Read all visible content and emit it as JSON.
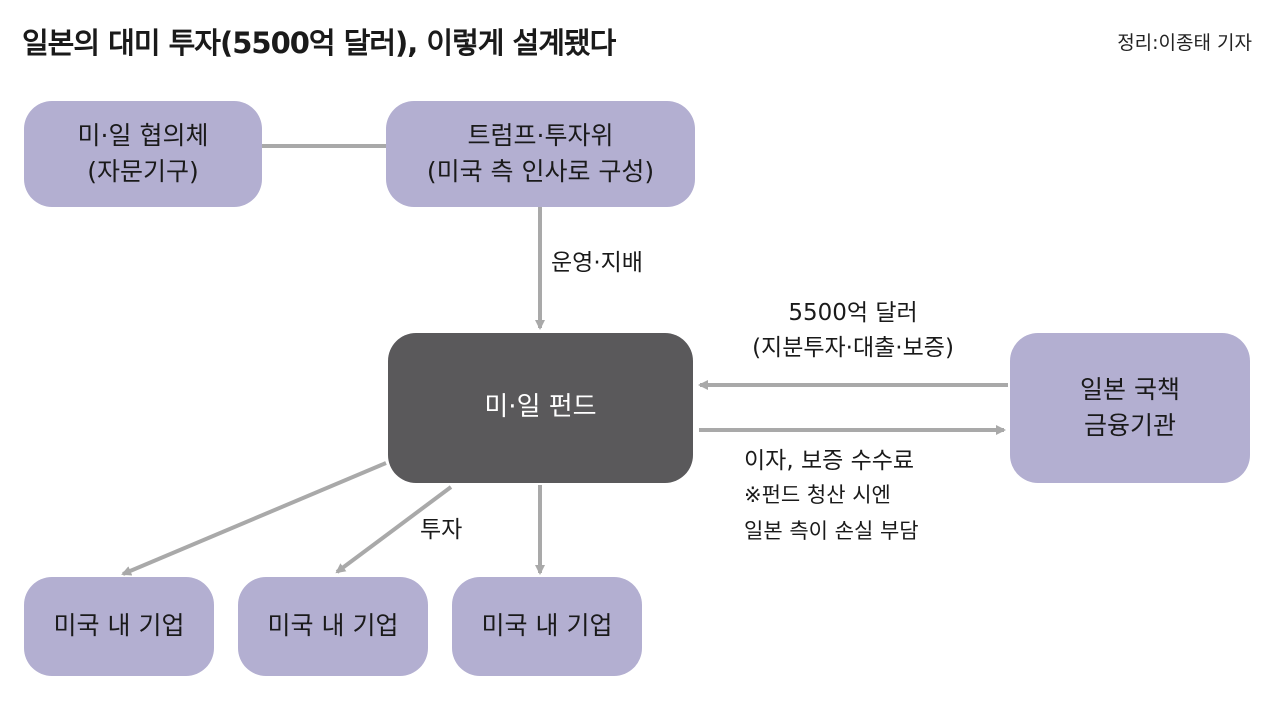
{
  "header": {
    "title": "일본의 대미 투자(5500억 달러), 이렇게 설계됐다",
    "credit": "정리:이종태 기자"
  },
  "nodes": {
    "council": {
      "line1": "미·일 협의체",
      "line2": "(자문기구)"
    },
    "committee": {
      "line1": "트럼프·투자위",
      "line2": "(미국 측 인사로 구성)"
    },
    "fund": {
      "label": "미·일 펀드"
    },
    "japan_finance": {
      "line1": "일본 국책",
      "line2": "금융기관"
    },
    "us_company": [
      {
        "label": "미국 내 기업"
      },
      {
        "label": "미국 내 기업"
      },
      {
        "label": "미국 내 기업"
      }
    ]
  },
  "edges": {
    "operate": "운영·지배",
    "inflow_line1": "5500억 달러",
    "inflow_line2": "(지분투자·대출·보증)",
    "outflow": "이자, 보증 수수료",
    "note_line1": "※펀드 청산 시엔",
    "note_line2": "일본 측이 손실 부담",
    "invest": "투자"
  },
  "colors": {
    "box_fill": "#b3afd1",
    "fund_fill": "#5a595b",
    "arrow": "#a9a9a9"
  }
}
